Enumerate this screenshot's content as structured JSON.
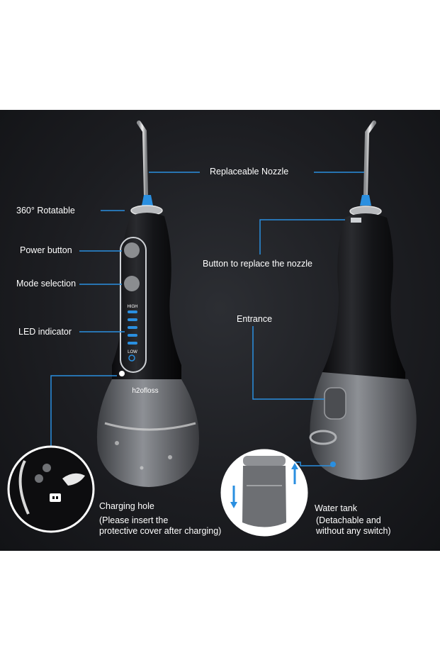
{
  "labels": {
    "replaceable_nozzle": "Replaceable Nozzle",
    "rotatable": "360° Rotatable",
    "power_button": "Power button",
    "mode_selection": "Mode selection",
    "led_indicator": "LED indicator",
    "button_replace_nozzle": "Button to replace the nozzle",
    "entrance": "Entrance",
    "charging_hole": "Charging hole",
    "charging_note_1": "(Please insert  the",
    "charging_note_2": "protective cover after charging)",
    "water_tank": "Water tank",
    "water_tank_note_1": "(Detachable and",
    "water_tank_note_2": "without any switch)"
  },
  "device": {
    "brand": "h2ofloss",
    "led_high": "HIGH",
    "led_low": "LOW"
  },
  "colors": {
    "background": "#1c1d21",
    "accent_blue": "#2a8fe0",
    "device_body": "#111214",
    "tank": "#6d6f73"
  }
}
